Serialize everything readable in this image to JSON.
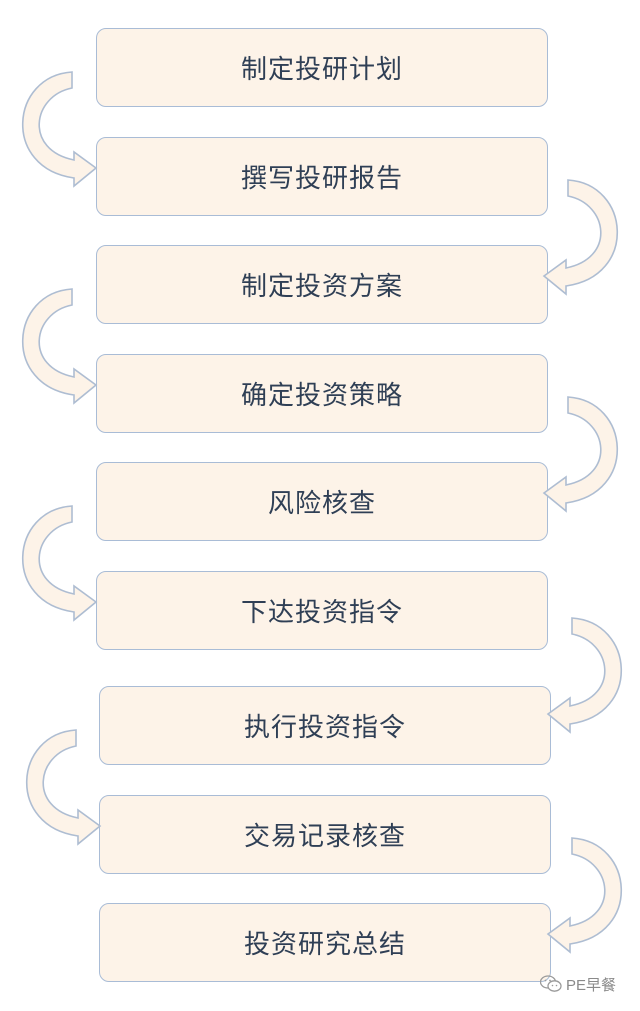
{
  "flow": {
    "steps": [
      {
        "label": "制定投研计划"
      },
      {
        "label": "撰写投研报告"
      },
      {
        "label": "制定投资方案"
      },
      {
        "label": "确定投资策略"
      },
      {
        "label": "风险核查"
      },
      {
        "label": "下达投资指令"
      },
      {
        "label": "执行投资指令"
      },
      {
        "label": "交易记录核查"
      },
      {
        "label": "投资研究总结"
      }
    ]
  },
  "watermark": {
    "text": "PE早餐",
    "icon": "wechat-icon"
  },
  "colors": {
    "box_fill": "#fdf3e8",
    "box_border": "#a9bcd6",
    "arrow_fill": "#fdf3e8",
    "arrow_stroke": "#aebdd2",
    "text": "#2f3f55"
  }
}
